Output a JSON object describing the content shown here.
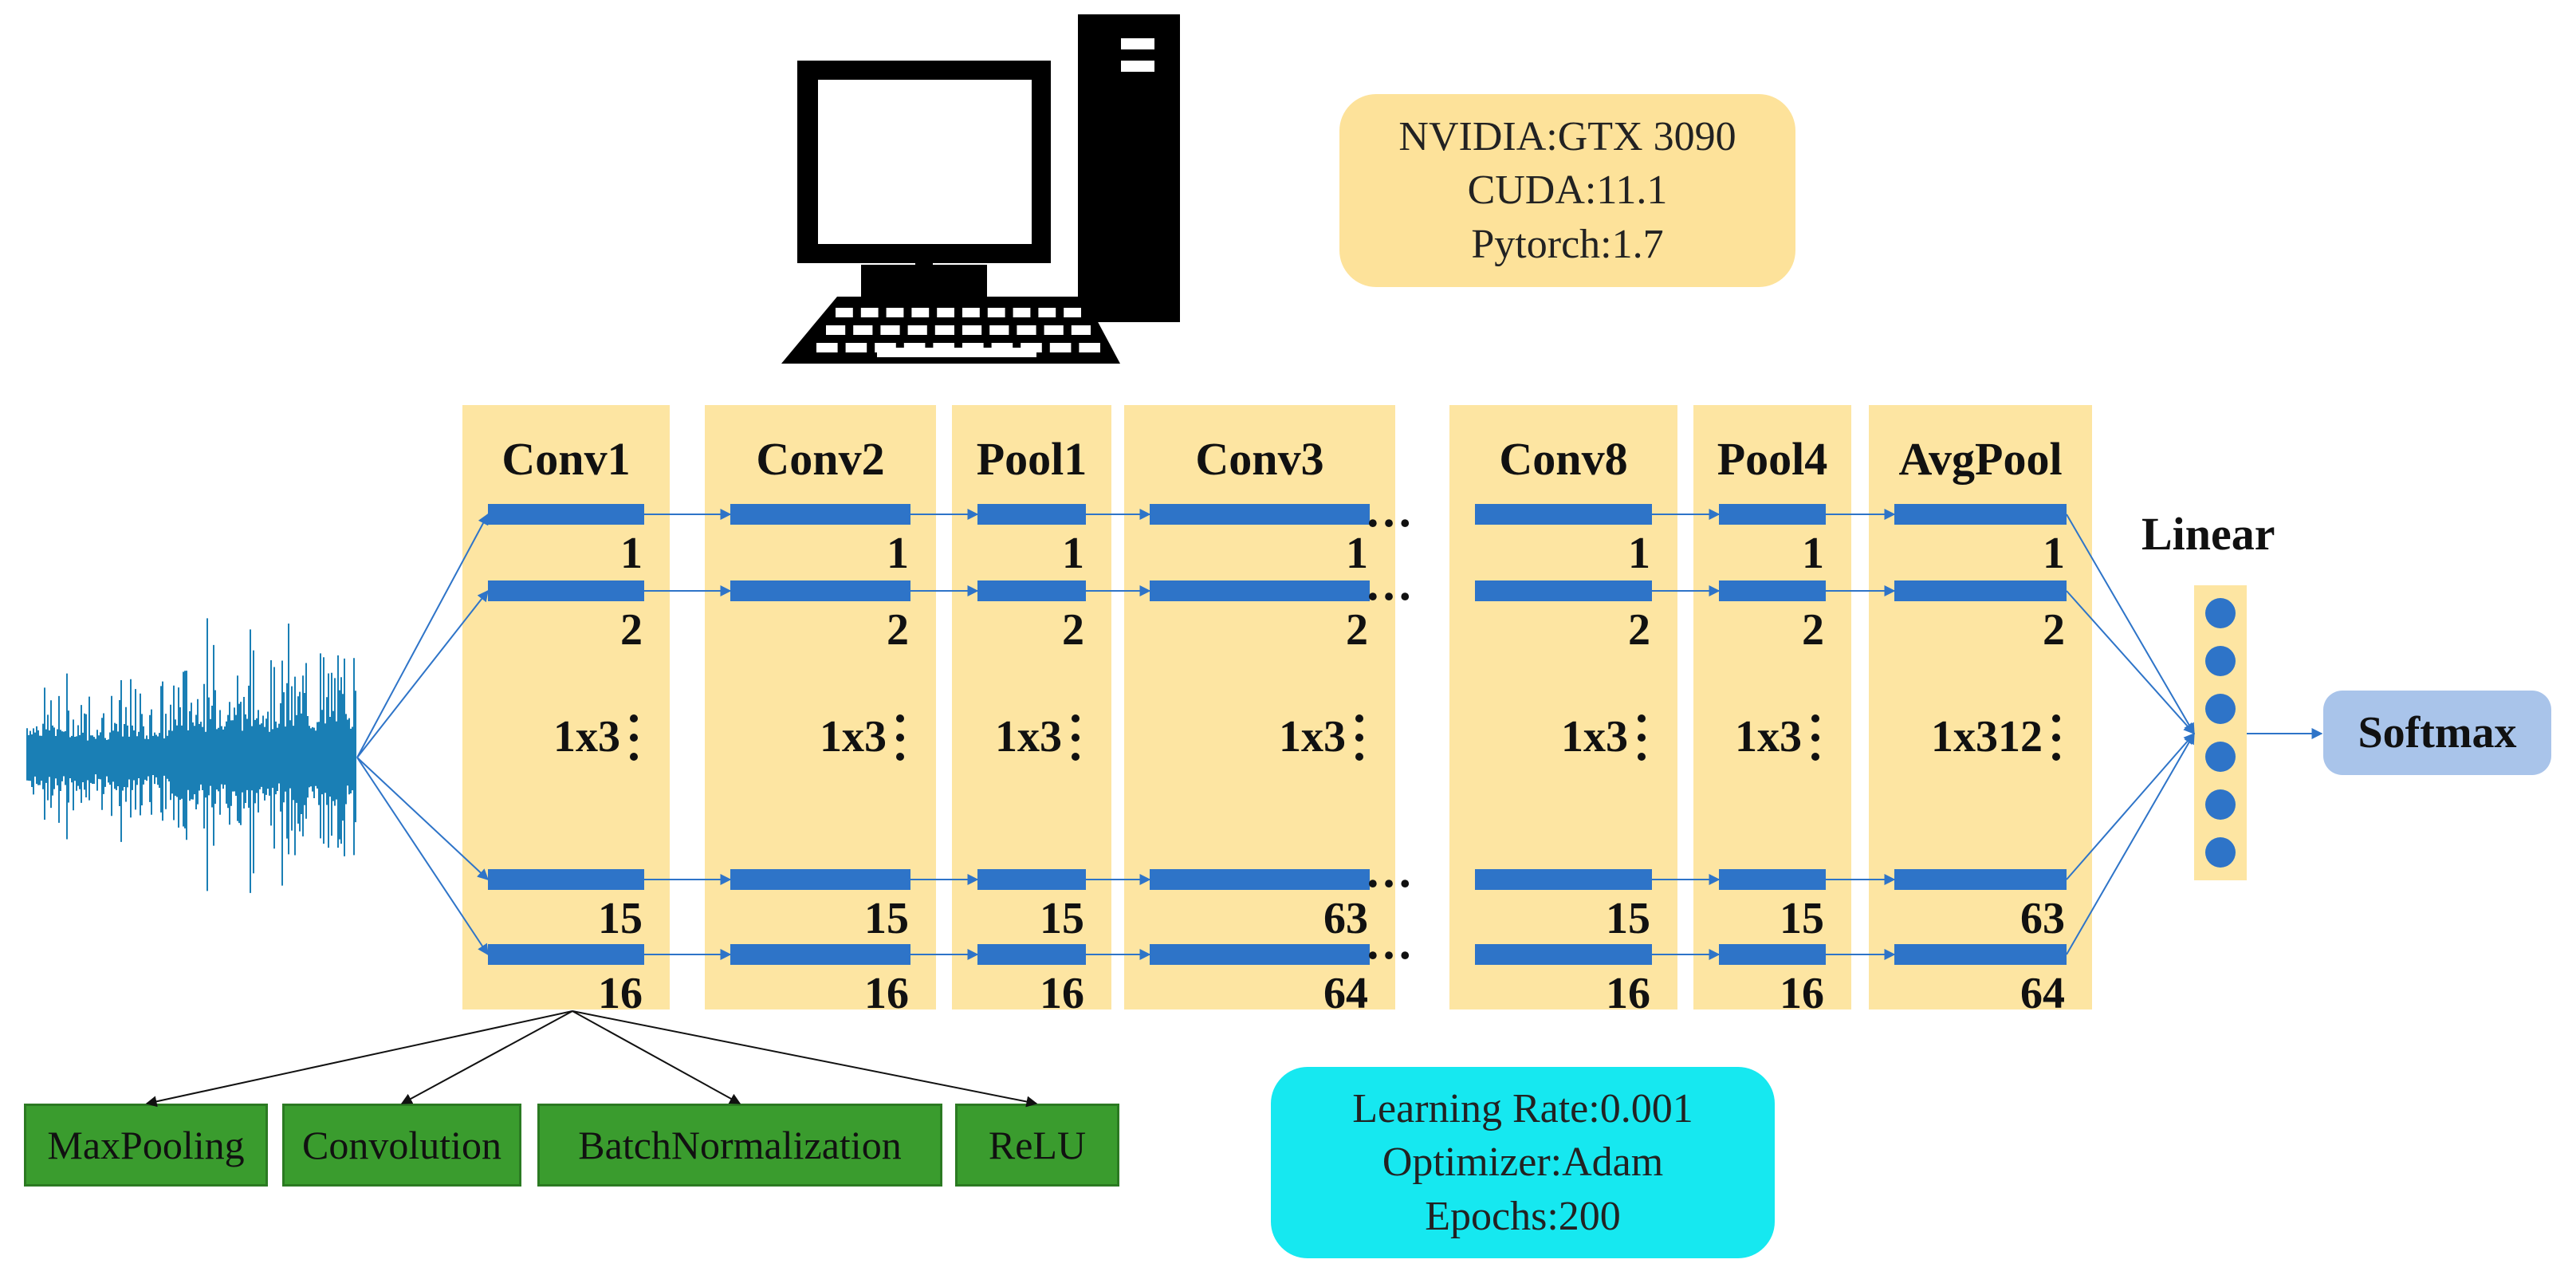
{
  "hardware": {
    "gpu": "NVIDIA:GTX 3090",
    "cuda": "CUDA:11.1",
    "framework": "Pytorch:1.7"
  },
  "training": {
    "learning_rate": "Learning Rate:0.001",
    "optimizer": "Optimizer:Adam",
    "epochs": "Epochs:200"
  },
  "layers": [
    {
      "name": "Conv1",
      "top": [
        "1",
        "2"
      ],
      "bottom": [
        "15",
        "16"
      ],
      "kernel": "1x3"
    },
    {
      "name": "Conv2",
      "top": [
        "1",
        "2"
      ],
      "bottom": [
        "15",
        "16"
      ],
      "kernel": "1x3"
    },
    {
      "name": "Pool1",
      "top": [
        "1",
        "2"
      ],
      "bottom": [
        "15",
        "16"
      ],
      "kernel": "1x3"
    },
    {
      "name": "Conv3",
      "top": [
        "1",
        "2"
      ],
      "bottom": [
        "63",
        "64"
      ],
      "kernel": "1x3"
    },
    {
      "name": "Conv8",
      "top": [
        "1",
        "2"
      ],
      "bottom": [
        "15",
        "16"
      ],
      "kernel": "1x3"
    },
    {
      "name": "Pool4",
      "top": [
        "1",
        "2"
      ],
      "bottom": [
        "15",
        "16"
      ],
      "kernel": "1x3"
    },
    {
      "name": "AvgPool",
      "top": [
        "1",
        "2"
      ],
      "bottom": [
        "63",
        "64"
      ],
      "kernel": "1x312"
    }
  ],
  "gap_marker": "…",
  "linear_label": "Linear",
  "softmax_label": "Softmax",
  "conv1_ops": [
    "MaxPooling",
    "Convolution",
    "BatchNormalization",
    "ReLU"
  ],
  "colors": {
    "layer_fill": "#fde5a2",
    "bar": "#2e74c8",
    "hardware_box": "#fde29a",
    "training_box": "#16e8f0",
    "ops_box": "#3a9c2e",
    "softmax_box": "#a9c4ea",
    "waveform": "#1a7fb5"
  },
  "icons": [
    "computer-icon",
    "waveform-icon"
  ]
}
